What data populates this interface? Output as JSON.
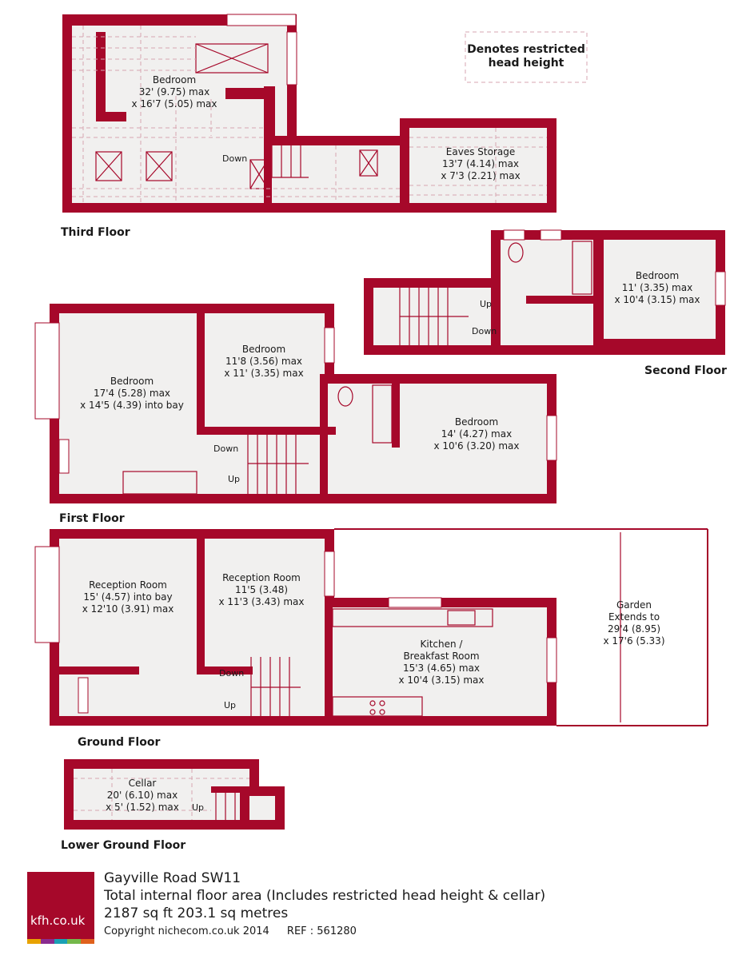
{
  "legend": {
    "line1": "Denotes restricted",
    "line2": "head height"
  },
  "floors": {
    "third": {
      "label": "Third Floor",
      "bedroom": {
        "name": "Bedroom",
        "dim1": "32' (9.75) max",
        "dim2": "x 16'7 (5.05) max"
      },
      "eaves": {
        "name": "Eaves Storage",
        "dim1": "13'7 (4.14) max",
        "dim2": "x 7'3 (2.21) max"
      },
      "stair_down": "Down"
    },
    "second": {
      "label": "Second Floor",
      "bedroom": {
        "name": "Bedroom",
        "dim1": "11' (3.35) max",
        "dim2": "x 10'4 (3.15) max"
      },
      "stair_up": "Up",
      "stair_down": "Down"
    },
    "first": {
      "label": "First Floor",
      "bedroom1": {
        "name": "Bedroom",
        "dim1": "17'4 (5.28) max",
        "dim2": "x 14'5 (4.39) into bay"
      },
      "bedroom2": {
        "name": "Bedroom",
        "dim1": "11'8 (3.56) max",
        "dim2": "x 11' (3.35) max"
      },
      "bedroom3": {
        "name": "Bedroom",
        "dim1": "14' (4.27) max",
        "dim2": "x 10'6 (3.20) max"
      },
      "stair_down": "Down",
      "stair_up": "Up"
    },
    "ground": {
      "label": "Ground Floor",
      "reception1": {
        "name": "Reception Room",
        "dim1": "15' (4.57) into bay",
        "dim2": "x 12'10 (3.91) max"
      },
      "reception2": {
        "name": "Reception Room",
        "dim1": "11'5 (3.48)",
        "dim2": "x 11'3 (3.43) max"
      },
      "kitchen": {
        "name1": "Kitchen /",
        "name2": "Breakfast Room",
        "dim1": "15'3 (4.65) max",
        "dim2": "x 10'4 (3.15) max"
      },
      "garden": {
        "name1": "Garden",
        "name2": "Extends to",
        "dim1": "29'4 (8.95)",
        "dim2": "x 17'6 (5.33)"
      },
      "stair_down": "Down",
      "stair_up": "Up"
    },
    "lower": {
      "label": "Lower Ground Floor",
      "cellar": {
        "name": "Cellar",
        "dim1": "20' (6.10) max",
        "dim2": "x 5' (1.52) max"
      },
      "stair_up": "Up"
    }
  },
  "footer": {
    "logo_text": "kfh.co.uk",
    "logo_stripe_colors": [
      "#e8a200",
      "#8a2b8f",
      "#1aa0b5",
      "#74b84a",
      "#e0611c"
    ],
    "address": "Gayville Road SW11",
    "area_note": "Total internal floor area (Includes restricted head height & cellar)",
    "area": "2187 sq ft 203.1 sq metres",
    "copyright": "Copyright nichecom.co.uk 2014",
    "ref": "REF : 561280"
  },
  "colors": {
    "wall": "#a6082a",
    "room_fill": "#f1f0ef",
    "hatch": "#d7a6b0"
  }
}
